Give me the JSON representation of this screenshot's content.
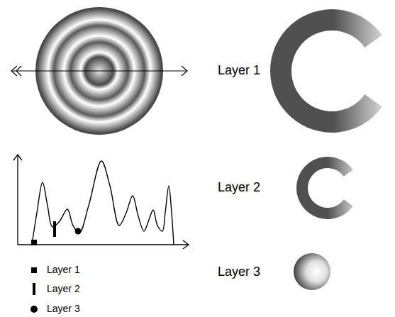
{
  "diagram": {
    "labels": [
      "Layer 1",
      "Layer 2",
      "Layer 3"
    ],
    "legend": [
      {
        "text": "Layer 1"
      },
      {
        "text": "Layer 2"
      },
      {
        "text": "Layer 3"
      }
    ]
  }
}
